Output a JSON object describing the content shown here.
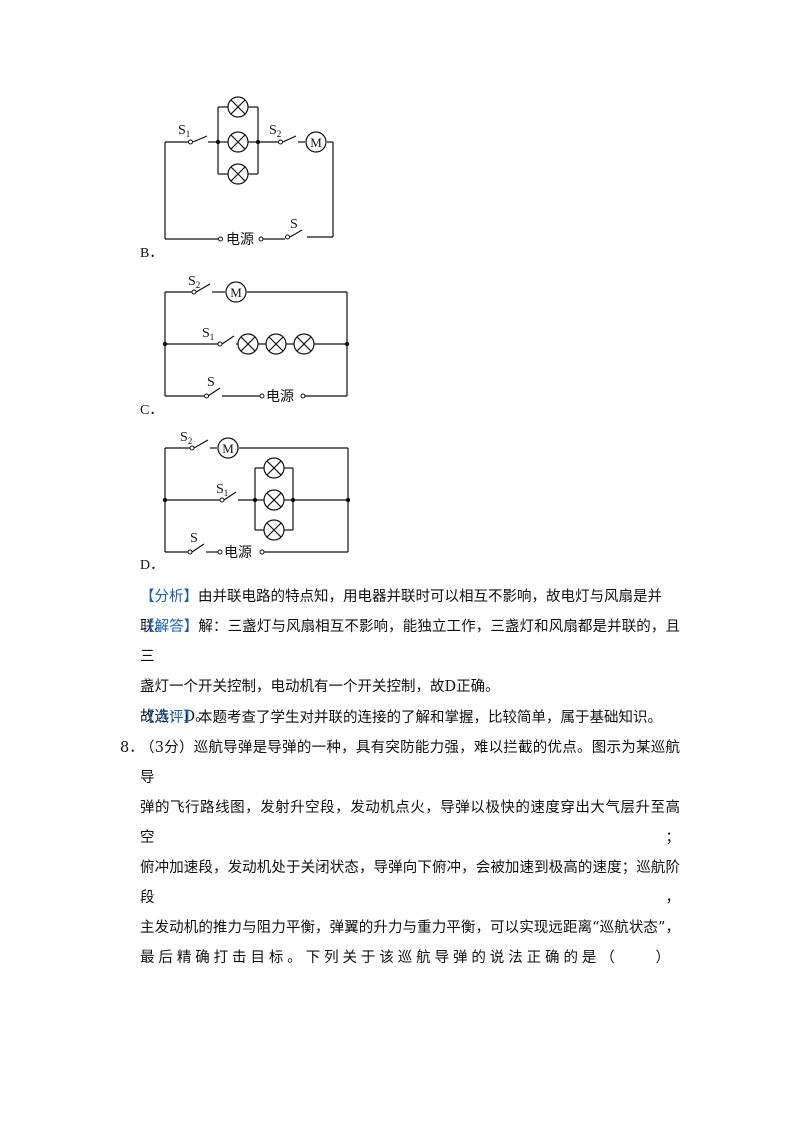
{
  "options": {
    "b": {
      "label": "B．",
      "s1": "S",
      "s1_sub": "1",
      "s2": "S",
      "s2_sub": "2",
      "s": "S",
      "motor": "M",
      "power": "电源"
    },
    "c": {
      "label": "C．",
      "s1": "S",
      "s1_sub": "1",
      "s2": "S",
      "s2_sub": "2",
      "s": "S",
      "motor": "M",
      "power": "电源"
    },
    "d": {
      "label": "D．",
      "s1": "S",
      "s1_sub": "1",
      "s2": "S",
      "s2_sub": "2",
      "s": "S",
      "motor": "M",
      "power": "电源"
    }
  },
  "analysis": {
    "tag": "【分析】",
    "text": "由并联电路的特点知，用电器并联时可以相互不影响，故电灯与风扇是并联。"
  },
  "answer": {
    "tag": "【解答】",
    "line1": "解：三盏灯与风扇相互不影响，能独立工作，三盏灯和风扇都是并联的，且三",
    "line2": "盏灯一个开关控制，电动机有一个开关控制，故D正确。",
    "choice": "故选：D。"
  },
  "comment": {
    "tag": "【点评】",
    "text": "本题考查了学生对并联的连接的了解和掌握，比较简单，属于基础知识。"
  },
  "question8": {
    "number": "8．",
    "line1": "（3分）巡航导弹是导弹的一种，具有突防能力强，难以拦截的优点。图示为某巡航导",
    "line2": "弹的飞行路线图，发射升空段，发动机点火，导弹以极快的速度穿出大气层升至高空；",
    "line3": "俯冲加速段，发动机处于关闭状态，导弹向下俯冲，会被加速到极高的速度；巡航阶段，",
    "line4": "主发动机的推力与阻力平衡，弹翼的升力与重力平衡，可以实现远距离“巡航状态”，",
    "line5": "最后精确打击目标。下列关于该巡航导弹的说法正确的是（　　）"
  }
}
